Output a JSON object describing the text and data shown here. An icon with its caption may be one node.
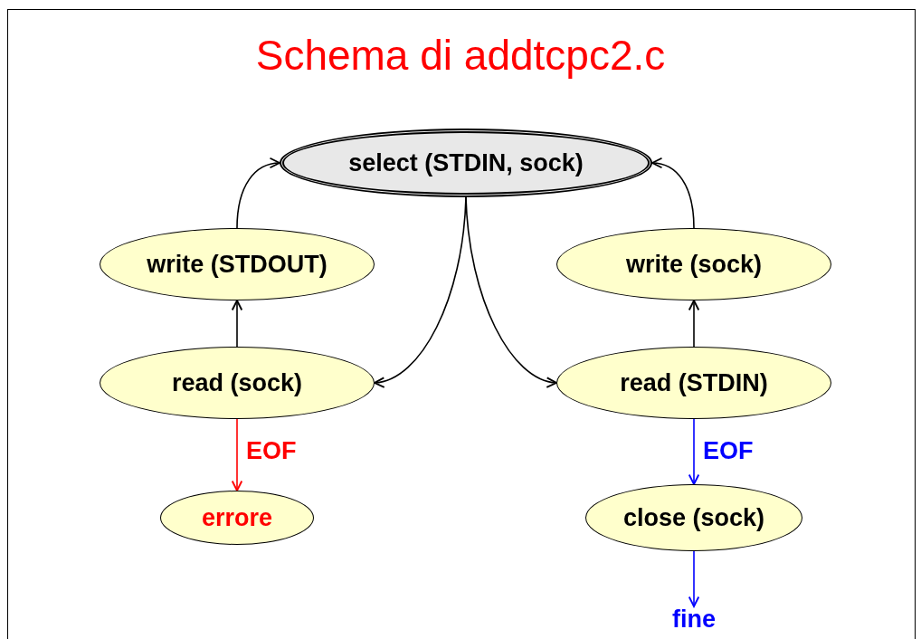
{
  "diagram": {
    "title": "Schema di addtcpc2.c",
    "nodes": [
      {
        "text": [
          "select (STDIN, sock)"
        ]
      },
      {
        "text": [
          "write (STDOUT)"
        ]
      },
      {
        "text": [
          "read (sock)"
        ]
      },
      {
        "text": [
          "errore"
        ]
      },
      {
        "text": [
          "write (sock)"
        ]
      },
      {
        "text": [
          "read (STDIN)"
        ]
      },
      {
        "text": [
          "close (sock)"
        ]
      },
      {
        "text": [
          "fine"
        ]
      }
    ],
    "edges": [
      {
        "from": 1,
        "to": 0,
        "arrow": "to"
      },
      {
        "from": 4,
        "to": 0,
        "arrow": "to"
      },
      {
        "from": 0,
        "to": 2,
        "arrow": "to"
      },
      {
        "from": 0,
        "to": 5,
        "arrow": "to"
      },
      {
        "from": 2,
        "to": 1,
        "arrow": "to"
      },
      {
        "from": 5,
        "to": 4,
        "arrow": "to"
      },
      {
        "from": 2,
        "to": 3,
        "arrow": "to",
        "label": "EOF",
        "color": "#ff0000"
      },
      {
        "from": 5,
        "to": 6,
        "arrow": "to",
        "label": "EOF",
        "color": "#0000ff"
      },
      {
        "from": 6,
        "to": 7,
        "arrow": "to",
        "color": "#0000ff"
      }
    ]
  }
}
